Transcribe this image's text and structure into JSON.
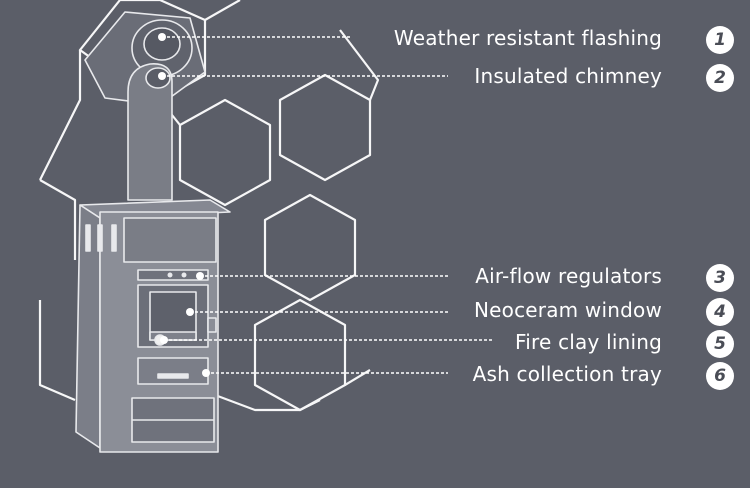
{
  "callouts": [
    {
      "number": "1",
      "label": "Weather resistant flashing"
    },
    {
      "number": "2",
      "label": "Insulated chimney"
    },
    {
      "number": "3",
      "label": "Air-flow regulators"
    },
    {
      "number": "4",
      "label": "Neoceram window"
    },
    {
      "number": "5",
      "label": "Fire clay lining"
    },
    {
      "number": "6",
      "label": "Ash collection tray"
    }
  ],
  "colors": {
    "background": "#5b5e68",
    "sketch_stroke": "#e6e7ea",
    "hex_stroke": "#ffffff",
    "badge_fill": "#ffffff",
    "badge_text": "#4a4d56"
  }
}
